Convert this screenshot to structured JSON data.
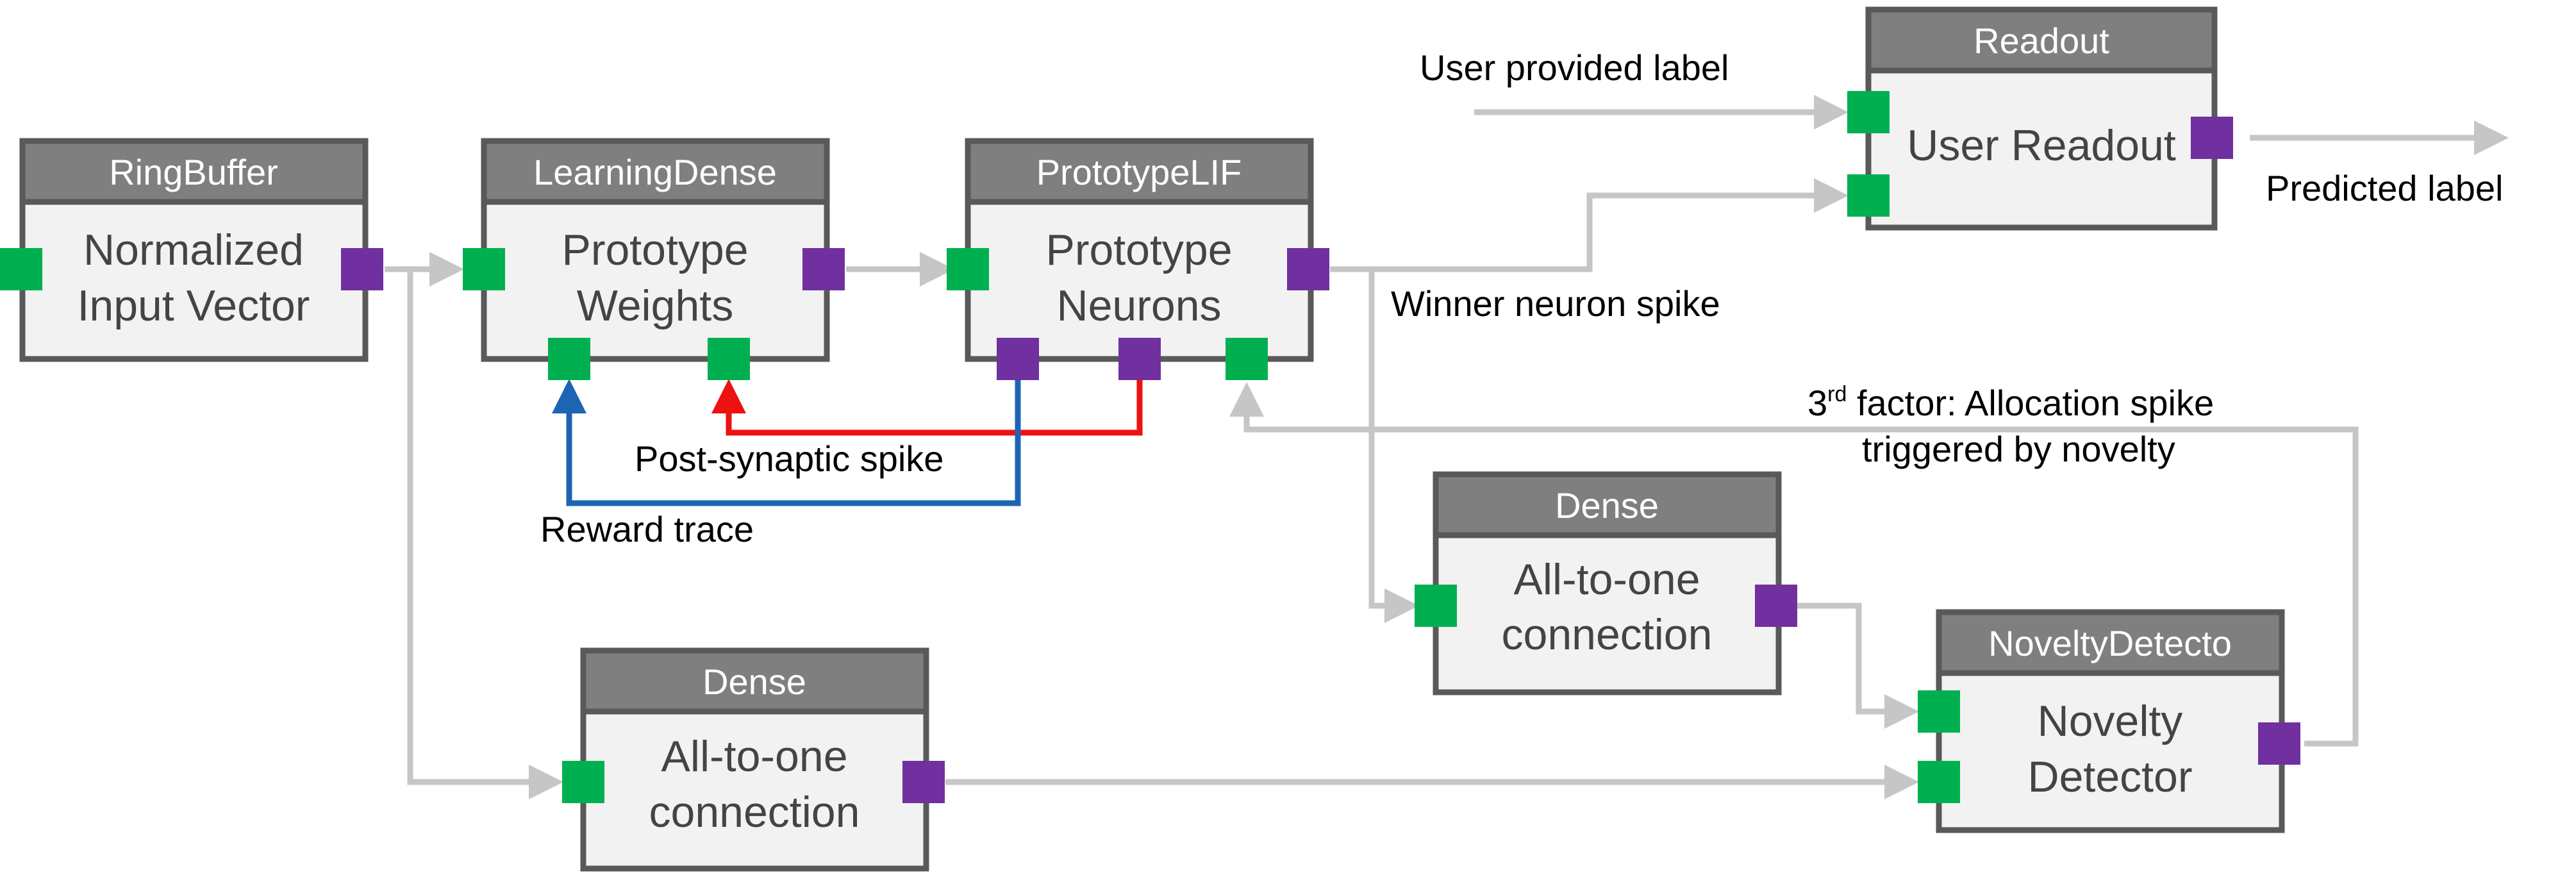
{
  "blocks": {
    "ringbuffer": {
      "header": "RingBuffer",
      "line1": "Normalized",
      "line2": "Input Vector"
    },
    "learningdense": {
      "header": "LearningDense",
      "line1": "Prototype",
      "line2": "Weights"
    },
    "prototypelif": {
      "header": "PrototypeLIF",
      "line1": "Prototype",
      "line2": "Neurons"
    },
    "readout": {
      "header": "Readout",
      "line1": "User Readout"
    },
    "dense_top": {
      "header": "Dense",
      "line1": "All-to-one",
      "line2": "connection"
    },
    "dense_bottom": {
      "header": "Dense",
      "line1": "All-to-one",
      "line2": "connection"
    },
    "novelty": {
      "header": "NoveltyDetecto",
      "line1": "Novelty",
      "line2": "Detector"
    }
  },
  "annotations": {
    "user_label": "User provided label",
    "predicted_label": "Predicted label",
    "winner_spike": "Winner neuron spike",
    "third_factor_prefix": "3",
    "third_factor_sup": "rd",
    "third_factor_rest": " factor: Allocation spike",
    "third_factor_line2": "triggered by novelty",
    "post_synaptic": "Post-synaptic spike",
    "reward_trace": "Reward trace"
  },
  "colors": {
    "input_port": "#00b050",
    "output_port": "#7030a0",
    "wire_gray": "#c6c6c6",
    "wire_red": "#ee1111",
    "wire_blue": "#1e64b4",
    "block_header": "#7f7f7f",
    "block_body": "#f2f2f2"
  }
}
